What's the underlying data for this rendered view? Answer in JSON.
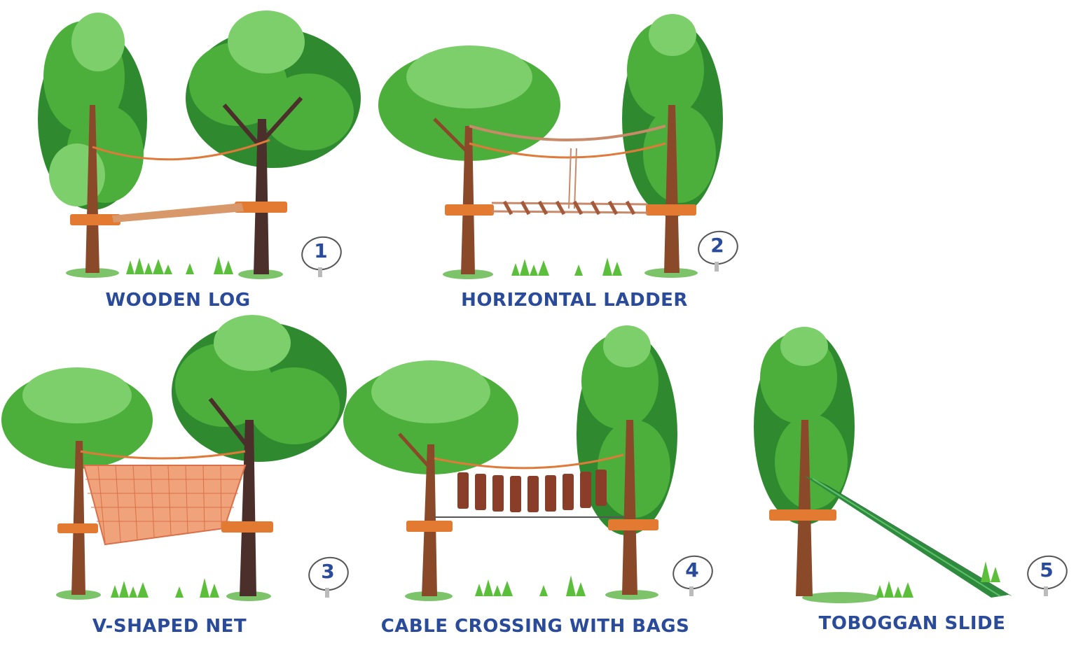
{
  "colors": {
    "caption": "#2a4a9a",
    "trunk": "#8a4a2a",
    "trunk_dark": "#4a2f2a",
    "foliage_dark": "#2f8a2f",
    "foliage": "#4caf3c",
    "foliage_light": "#7ccf6a",
    "rope": "#e07a3a",
    "platform": "#e27a32",
    "grass": "#5cbf3c",
    "slide": "#2e8b3e",
    "net": "#f0a27a"
  },
  "panels": [
    {
      "id": "wooden-log",
      "number": "1",
      "caption": "WOODEN LOG"
    },
    {
      "id": "horizontal-ladder",
      "number": "2",
      "caption": "HORIZONTAL LADDER"
    },
    {
      "id": "v-shaped-net",
      "number": "3",
      "caption": "V-SHAPED NET"
    },
    {
      "id": "cable-crossing-bags",
      "number": "4",
      "caption": "CABLE CROSSING WITH BAGS"
    },
    {
      "id": "toboggan-slide",
      "number": "5",
      "caption": "TOBOGGAN SLIDE"
    }
  ]
}
